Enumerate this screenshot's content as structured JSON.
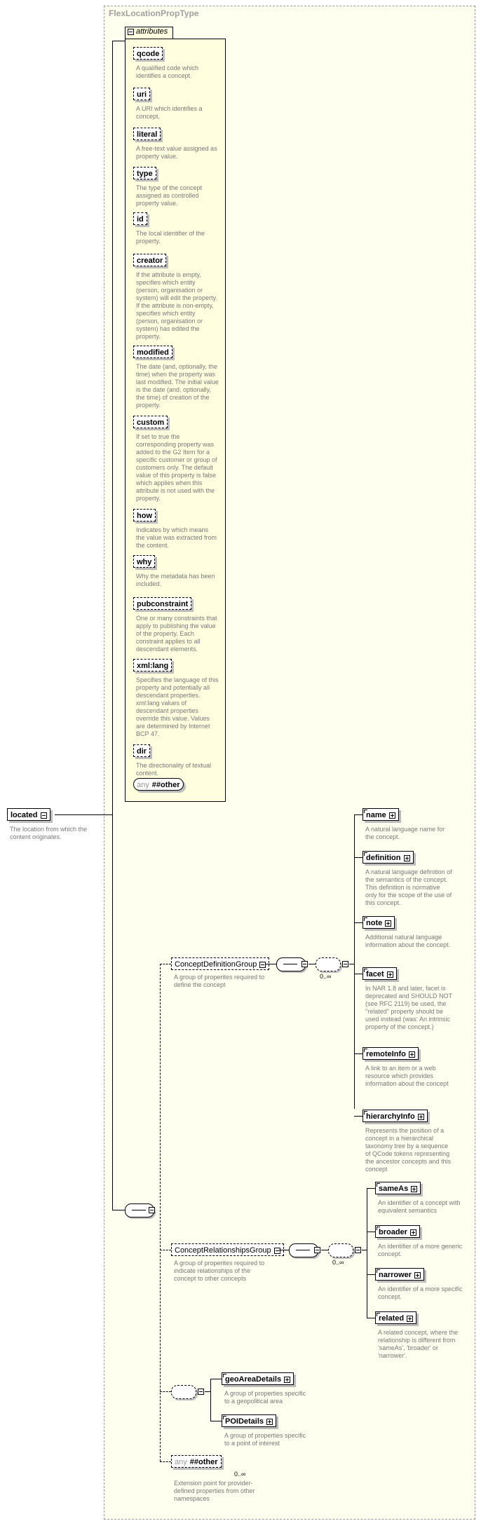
{
  "type_name": "FlexLocationPropType",
  "attributes_label": "attributes",
  "attributes": [
    {
      "name": "qcode",
      "doc": "A qualified code which identifies a concept."
    },
    {
      "name": "uri",
      "doc": "A URI which identifies a concept."
    },
    {
      "name": "literal",
      "doc": "A free-text value assigned as property value."
    },
    {
      "name": "type",
      "doc": "The type of the concept assigned as controlled property value."
    },
    {
      "name": "id",
      "doc": "The local identifier of the property."
    },
    {
      "name": "creator",
      "doc": "If the attribute is empty, specifies which entity (person, organisation or system) will edit the property. If the attribute is non-empty, specifies which entity (person, organisation or system) has edited the property."
    },
    {
      "name": "modified",
      "doc": "The date (and, optionally, the time) when the property was last modified. The initial value is the date (and, optionally, the time) of creation of the property."
    },
    {
      "name": "custom",
      "doc": "If set to true the corresponding property was added to the G2 Item for a specific customer or group of customers only. The default value of this property is false which applies when this attribute is not used with the property."
    },
    {
      "name": "how",
      "doc": "Indicates by which means the value was extracted from the content."
    },
    {
      "name": "why",
      "doc": "Why the metadata has been included."
    },
    {
      "name": "pubconstraint",
      "doc": "One or many constraints that apply to publishing the value of the property. Each constraint applies to all descendant elements."
    },
    {
      "name": "xml:lang",
      "doc": "Specifies the language of this property and potentially all descendant properties. xml:lang values of descendant properties override this value. Values are determined by Internet BCP 47."
    },
    {
      "name": "dir",
      "doc": "The directionality of textual content."
    }
  ],
  "attr_any": {
    "prefix": "any",
    "name": "##other"
  },
  "root": {
    "name": "located",
    "doc": "The location from which the content originates."
  },
  "concept_definition_group": {
    "name": "ConceptDefinitionGroup",
    "doc": "A group of properites required to define the concept",
    "multiplicity": "0..∞",
    "elements": [
      {
        "name": "name",
        "doc": "A natural language name for the concept."
      },
      {
        "name": "definition",
        "doc": "A natural language definition of the semantics of the concept. This definition is normative only for the scope of the use of this concept."
      },
      {
        "name": "note",
        "doc": "Additional natural language information about the concept."
      },
      {
        "name": "facet",
        "doc": "In NAR 1.8 and later, facet is deprecated and SHOULD NOT (see RFC 2119) be used, the \"related\" property should be used instead (was: An intrinsic property of the concept.)"
      },
      {
        "name": "remoteInfo",
        "doc": "A link to an item or a web resource which provides information about the concept"
      },
      {
        "name": "hierarchyInfo",
        "doc": "Represents the position of a concept in a hierarchical taxonomy tree by a sequence of QCode tokens representing the ancestor concepts and this concept"
      }
    ]
  },
  "concept_relationships_group": {
    "name": "ConceptRelationshipsGroup",
    "doc": "A group of properites required to indicate relationships of the concept to other concepts",
    "multiplicity": "0..∞",
    "elements": [
      {
        "name": "sameAs",
        "doc": "An identifier of a concept with equivalent semantics"
      },
      {
        "name": "broader",
        "doc": "An identifier of a more generic concept."
      },
      {
        "name": "narrower",
        "doc": "An identifier of a more specific concept."
      },
      {
        "name": "related",
        "doc": "A related concept, where the relationship is different from 'sameAs', 'broader' or 'narrower'."
      }
    ]
  },
  "location_choice": {
    "elements": [
      {
        "name": "geoAreaDetails",
        "doc": "A group of properties specific to a geopolitical area"
      },
      {
        "name": "POIDetails",
        "doc": "A group of properties specific to a point of interest"
      }
    ]
  },
  "any_other": {
    "prefix": "any",
    "name": "##other",
    "multiplicity": "0..∞",
    "doc": "Extension point for provider-defined properties from other namespaces"
  }
}
